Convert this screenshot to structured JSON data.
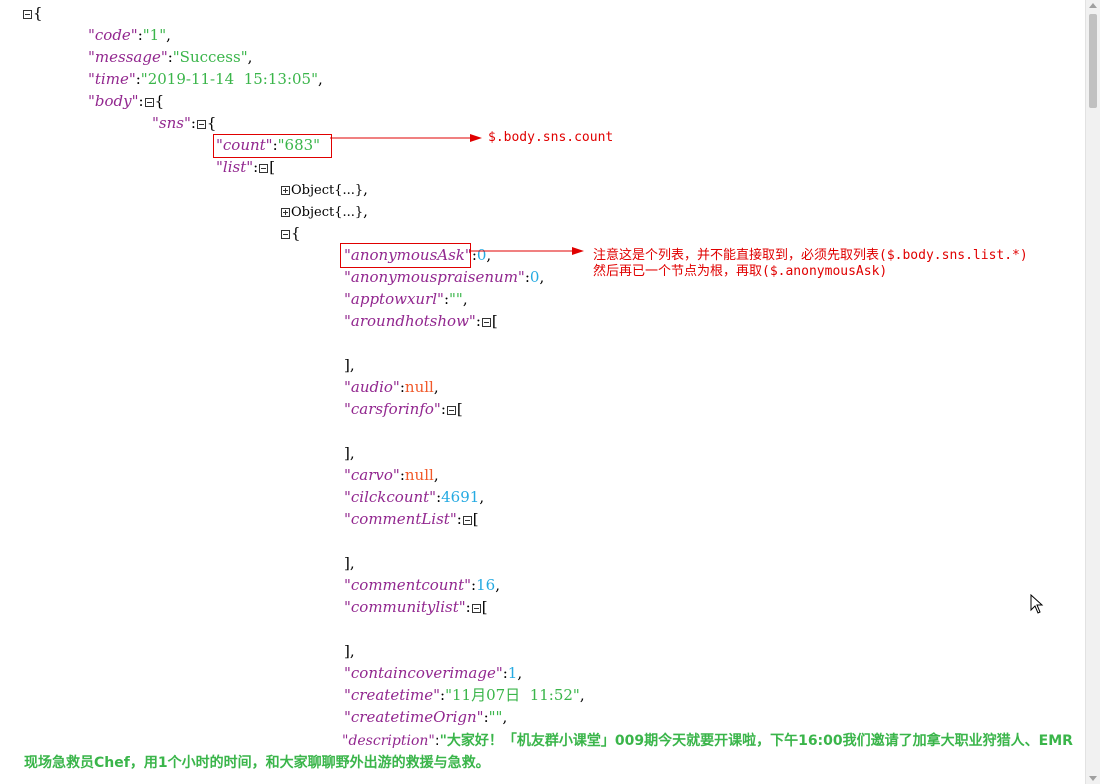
{
  "json": {
    "open_brace": "{",
    "code": {
      "key": "\"code\"",
      "value": "\"1\""
    },
    "message": {
      "key": "\"message\"",
      "value": "\"Success\""
    },
    "time": {
      "key": "\"time\"",
      "value": "\"2019-11-14  15:13:05\""
    },
    "body": {
      "key": "\"body\""
    },
    "sns": {
      "key": "\"sns\""
    },
    "count": {
      "key": "\"count\"",
      "value": "\"683\""
    },
    "list": {
      "key": "\"list\""
    },
    "collapsed_object": "Object{...}",
    "item": {
      "anonymousAsk": {
        "key": "\"anonymousAsk\"",
        "value": "0"
      },
      "anonymouspraisenum": {
        "key": "\"anonymouspraisenum\"",
        "value": "0"
      },
      "apptowxurl": {
        "key": "\"apptowxurl\"",
        "value": "\"\""
      },
      "aroundhotshow": {
        "key": "\"aroundhotshow\""
      },
      "audio": {
        "key": "\"audio\"",
        "value": "null"
      },
      "carsforinfo": {
        "key": "\"carsforinfo\""
      },
      "carvo": {
        "key": "\"carvo\"",
        "value": "null"
      },
      "cilckcount": {
        "key": "\"cilckcount\"",
        "value": "4691"
      },
      "commentList": {
        "key": "\"commentList\""
      },
      "commentcount": {
        "key": "\"commentcount\"",
        "value": "16"
      },
      "communitylist": {
        "key": "\"communitylist\""
      },
      "containcoverimage": {
        "key": "\"containcoverimage\"",
        "value": "1"
      },
      "createtime": {
        "key": "\"createtime\"",
        "value": "\"11月07日  11:52\""
      },
      "createtimeOrign": {
        "key": "\"createtimeOrign\"",
        "value": "\"\""
      },
      "description": {
        "key": "\"description\"",
        "value": "\"大家好！「机友群小课堂」009期今天就要开课啦，下午16:00我们邀请了加拿大职业狩猎人、EMR现场急救员Chef，用1个小时的时间，和大家聊聊野外出游的救援与急救。"
      }
    }
  },
  "annotations": {
    "count_path": "$.body.sns.count",
    "list_note_line1": "注意这是个列表，并不能直接取到，必须先取列表($.body.sns.list.*)",
    "list_note_line2": "然后再已一个节点为根，再取($.anonymousAsk)"
  },
  "colors": {
    "key": "#92278f",
    "string": "#3ab54a",
    "number": "#25aae2",
    "null": "#f1592a",
    "annotation": "#e00000"
  }
}
